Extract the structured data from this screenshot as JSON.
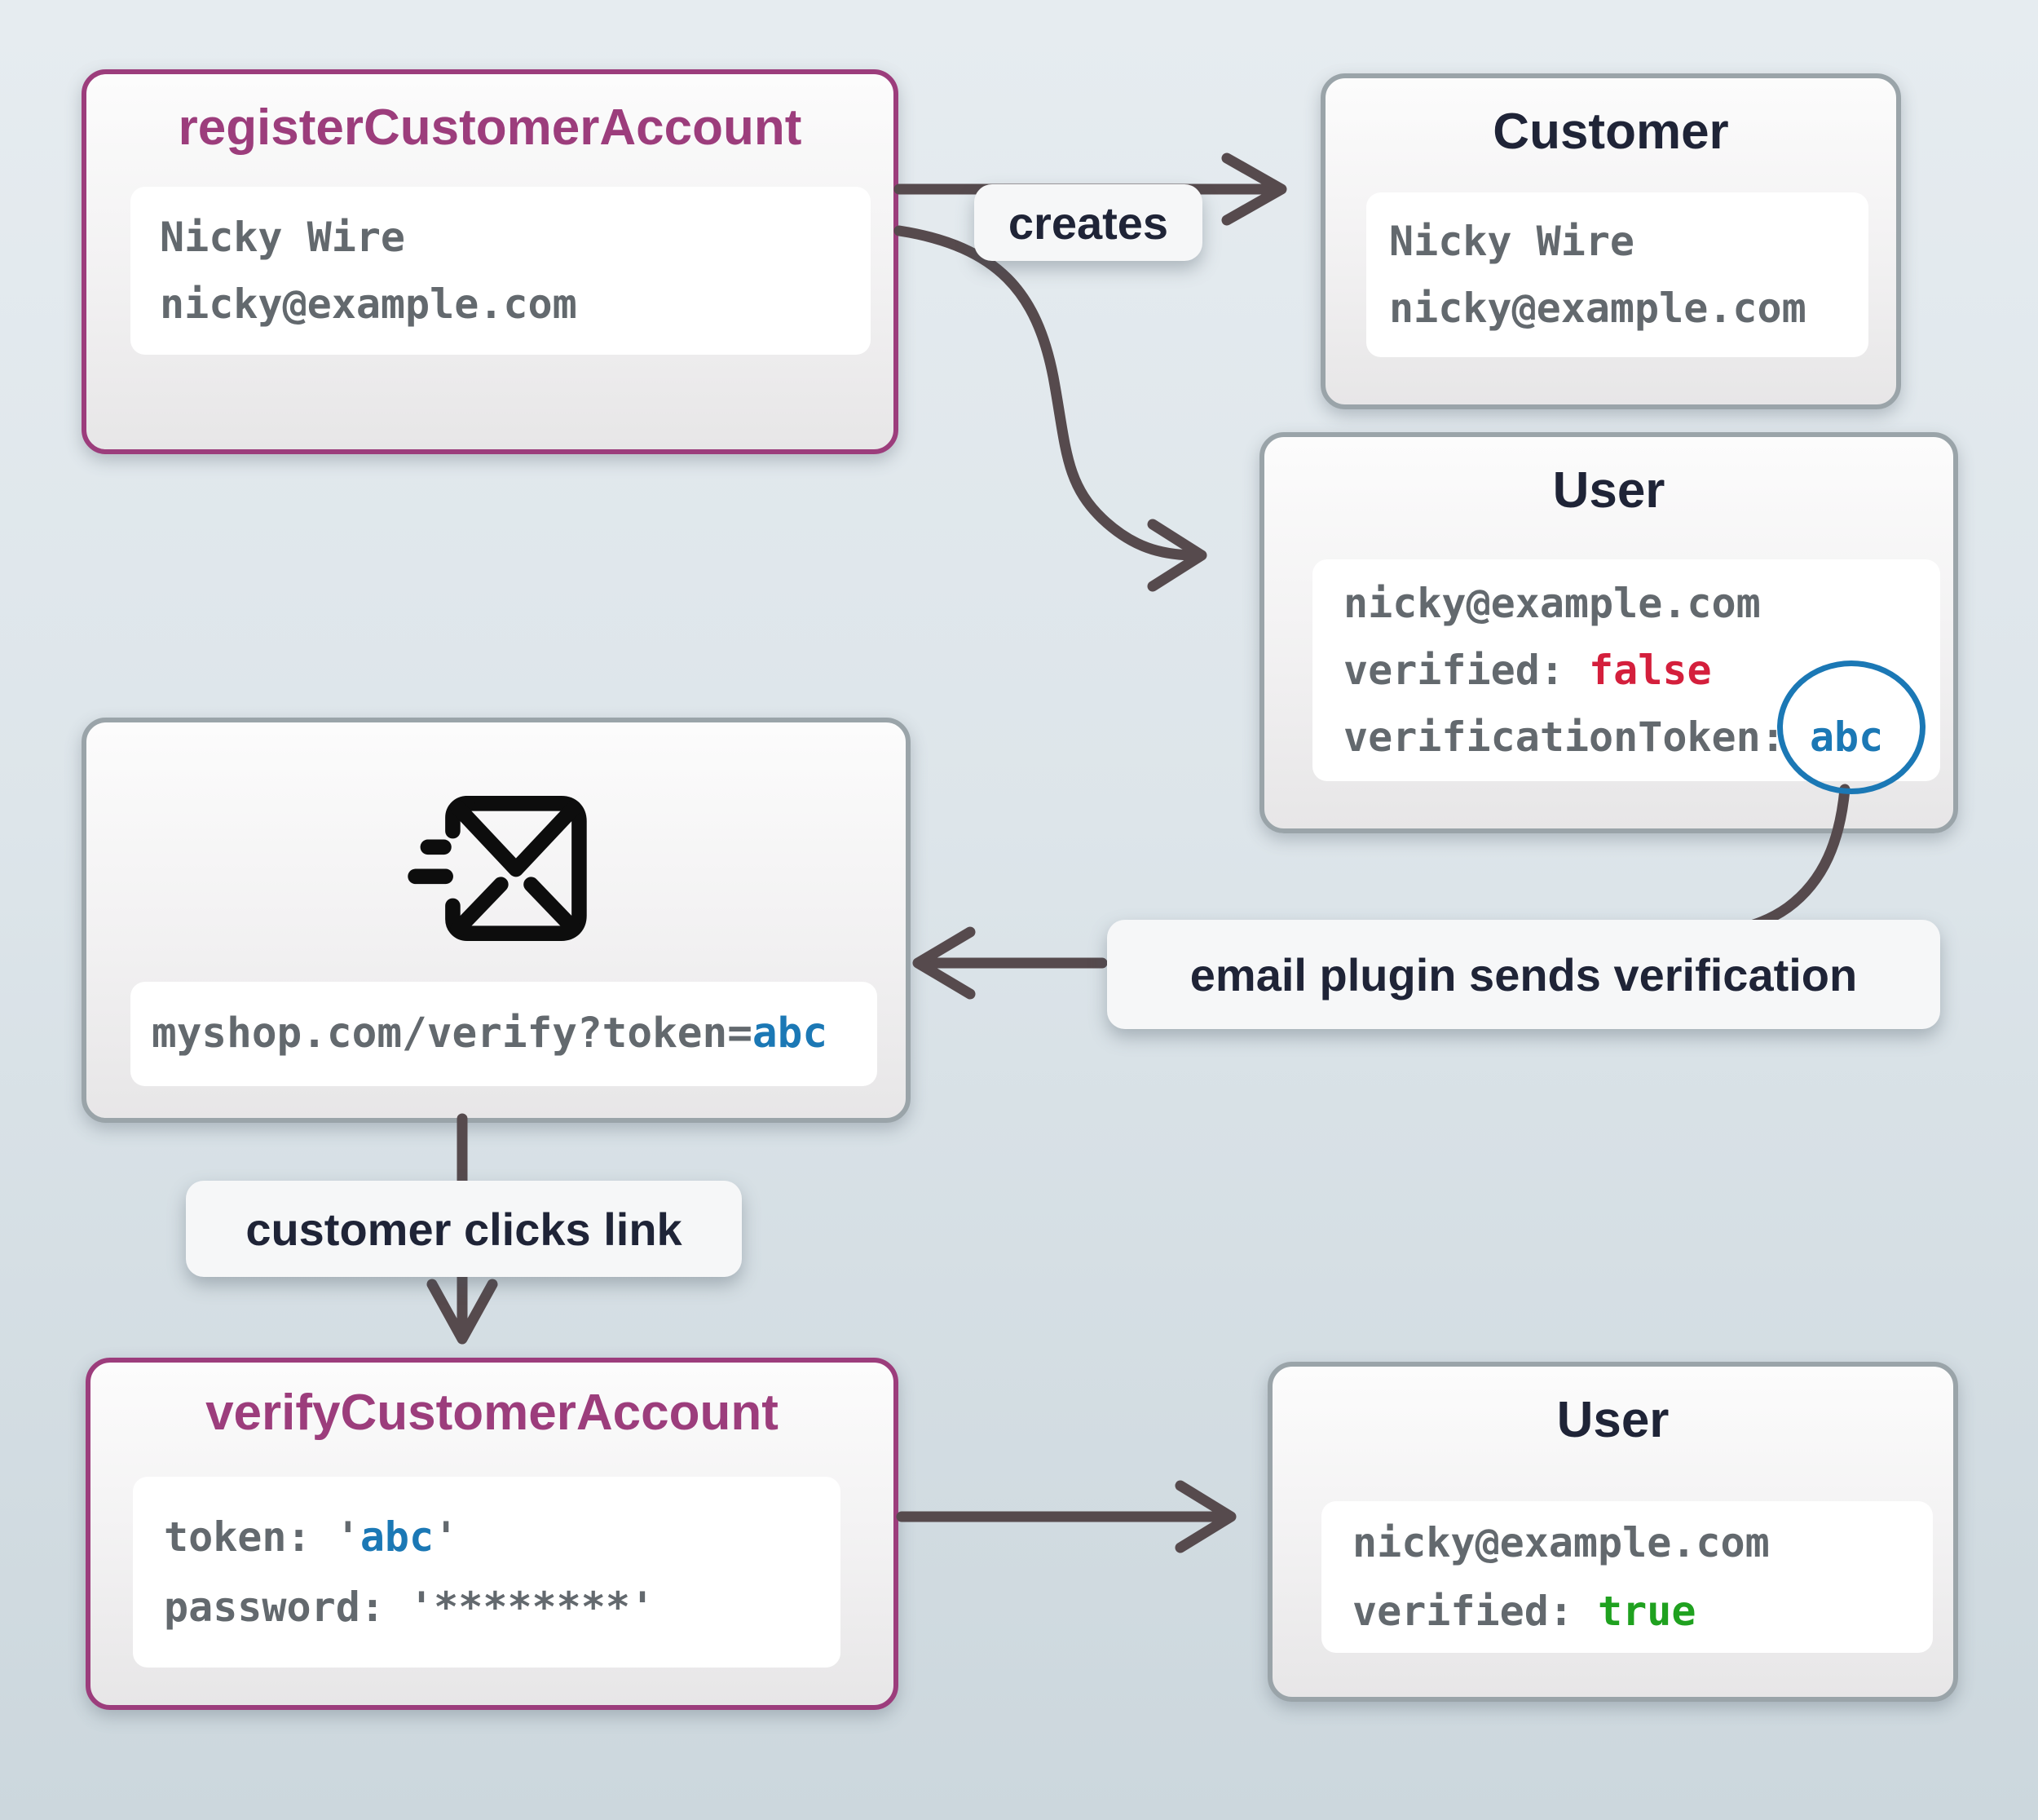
{
  "page": {
    "background_top": "#e6ecf0",
    "background_bottom": "#ccd7dd"
  },
  "colors": {
    "accent_purple": "#9c3d7c",
    "border_gray": "#9aa4a9",
    "title_dark": "#1f2437",
    "mono_gray": "#63696e",
    "value_red": "#d41f3c",
    "value_green": "#1fa11f",
    "value_blue": "#1b78b5",
    "arrow": "#564a4d"
  },
  "icons": {
    "email": "mail-send-icon"
  },
  "nodes": {
    "register": {
      "title": "registerCustomerAccount",
      "name": "Nicky Wire",
      "email": "nicky@example.com"
    },
    "customer": {
      "title": "Customer",
      "name": "Nicky Wire",
      "email": "nicky@example.com"
    },
    "user_unverified": {
      "title": "User",
      "email": "nicky@example.com",
      "verified_key": "verified: ",
      "verified_value": "false",
      "token_key": "verificationToken: ",
      "token_value": "abc"
    },
    "email_link": {
      "url_prefix": "myshop.com/verify?token=",
      "token_value": "abc"
    },
    "verify": {
      "title": "verifyCustomerAccount",
      "token_key": "token: ",
      "quote": "'",
      "token_value": "abc",
      "password_key": "password: ",
      "password_value": "'********'"
    },
    "user_verified": {
      "title": "User",
      "email": "nicky@example.com",
      "verified_key": "verified: ",
      "verified_value": "true"
    }
  },
  "edges": {
    "creates_label": "creates",
    "email_plugin_label": "email plugin sends verification",
    "clicks_label": "customer clicks link"
  }
}
